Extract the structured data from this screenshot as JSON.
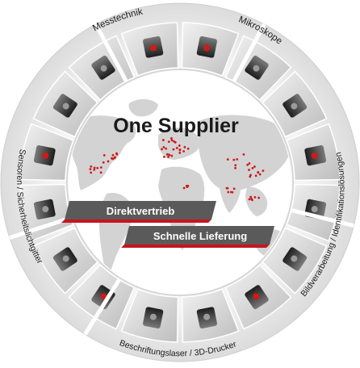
{
  "center": {
    "title": "One Supplier",
    "banners": [
      "Direktvertrieb",
      "Schnelle Lieferung"
    ]
  },
  "segments": [
    {
      "label": "Messtechnik",
      "icon": "measuring-instrument-icon"
    },
    {
      "label": "Mikroskope",
      "icon": "microscope-icon"
    },
    {
      "label": "Bildverarbeitung / Identifikationslösungen",
      "icon": "camera-reader-icon"
    },
    {
      "label": "Beschriftungslaser / 3D-Drucker",
      "icon": "laser-printer-icon"
    },
    {
      "label": "Sensoren / Sicherheitslichtgitter",
      "icon": "sensor-icon"
    }
  ],
  "colors": {
    "ring": "#e9e9e9",
    "ring_edge": "#c9c9c9",
    "banner_dark": "#555555",
    "banner_red": "#d0101a",
    "map_land": "#cfcfcf",
    "map_dots": "#d01a1a"
  }
}
